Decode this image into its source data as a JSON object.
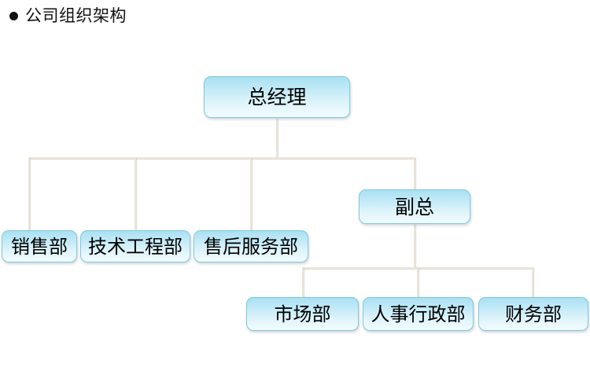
{
  "page": {
    "title_bullet": "●",
    "title": "公司组织架构",
    "background_color": "#ffffff",
    "node_fill_top": "#a9e0f2",
    "node_fill_bottom": "#f3fcfe",
    "node_border_color": "#7fc9dd",
    "connector_color": "#e9e5d9",
    "text_color": "#000000"
  },
  "chart_data": {
    "type": "org-chart",
    "title": "公司组织架构",
    "root": "n1",
    "nodes": [
      {
        "id": "n1",
        "label": "总经理",
        "level": 1,
        "parent": null
      },
      {
        "id": "n2",
        "label": "销售部",
        "level": 3,
        "parent": "n1"
      },
      {
        "id": "n3",
        "label": "技术工程部",
        "level": 3,
        "parent": "n1"
      },
      {
        "id": "n4",
        "label": "售后服务部",
        "level": 3,
        "parent": "n1"
      },
      {
        "id": "n5",
        "label": "副总",
        "level": 2,
        "parent": "n1"
      },
      {
        "id": "n6",
        "label": "市场部",
        "level": 4,
        "parent": "n5"
      },
      {
        "id": "n7",
        "label": "人事行政部",
        "level": 4,
        "parent": "n5"
      },
      {
        "id": "n8",
        "label": "财务部",
        "level": 4,
        "parent": "n5"
      }
    ],
    "edges": [
      {
        "from": "n1",
        "to": "n2"
      },
      {
        "from": "n1",
        "to": "n3"
      },
      {
        "from": "n1",
        "to": "n4"
      },
      {
        "from": "n1",
        "to": "n5"
      },
      {
        "from": "n5",
        "to": "n6"
      },
      {
        "from": "n5",
        "to": "n7"
      },
      {
        "from": "n5",
        "to": "n8"
      }
    ]
  },
  "nodes": {
    "general_manager": {
      "label": "总经理"
    },
    "sales": {
      "label": "销售部"
    },
    "tech_engineering": {
      "label": "技术工程部"
    },
    "after_sales": {
      "label": "售后服务部"
    },
    "deputy_gm": {
      "label": "副总"
    },
    "marketing": {
      "label": "市场部"
    },
    "hr_admin": {
      "label": "人事行政部"
    },
    "finance": {
      "label": "财务部"
    }
  }
}
